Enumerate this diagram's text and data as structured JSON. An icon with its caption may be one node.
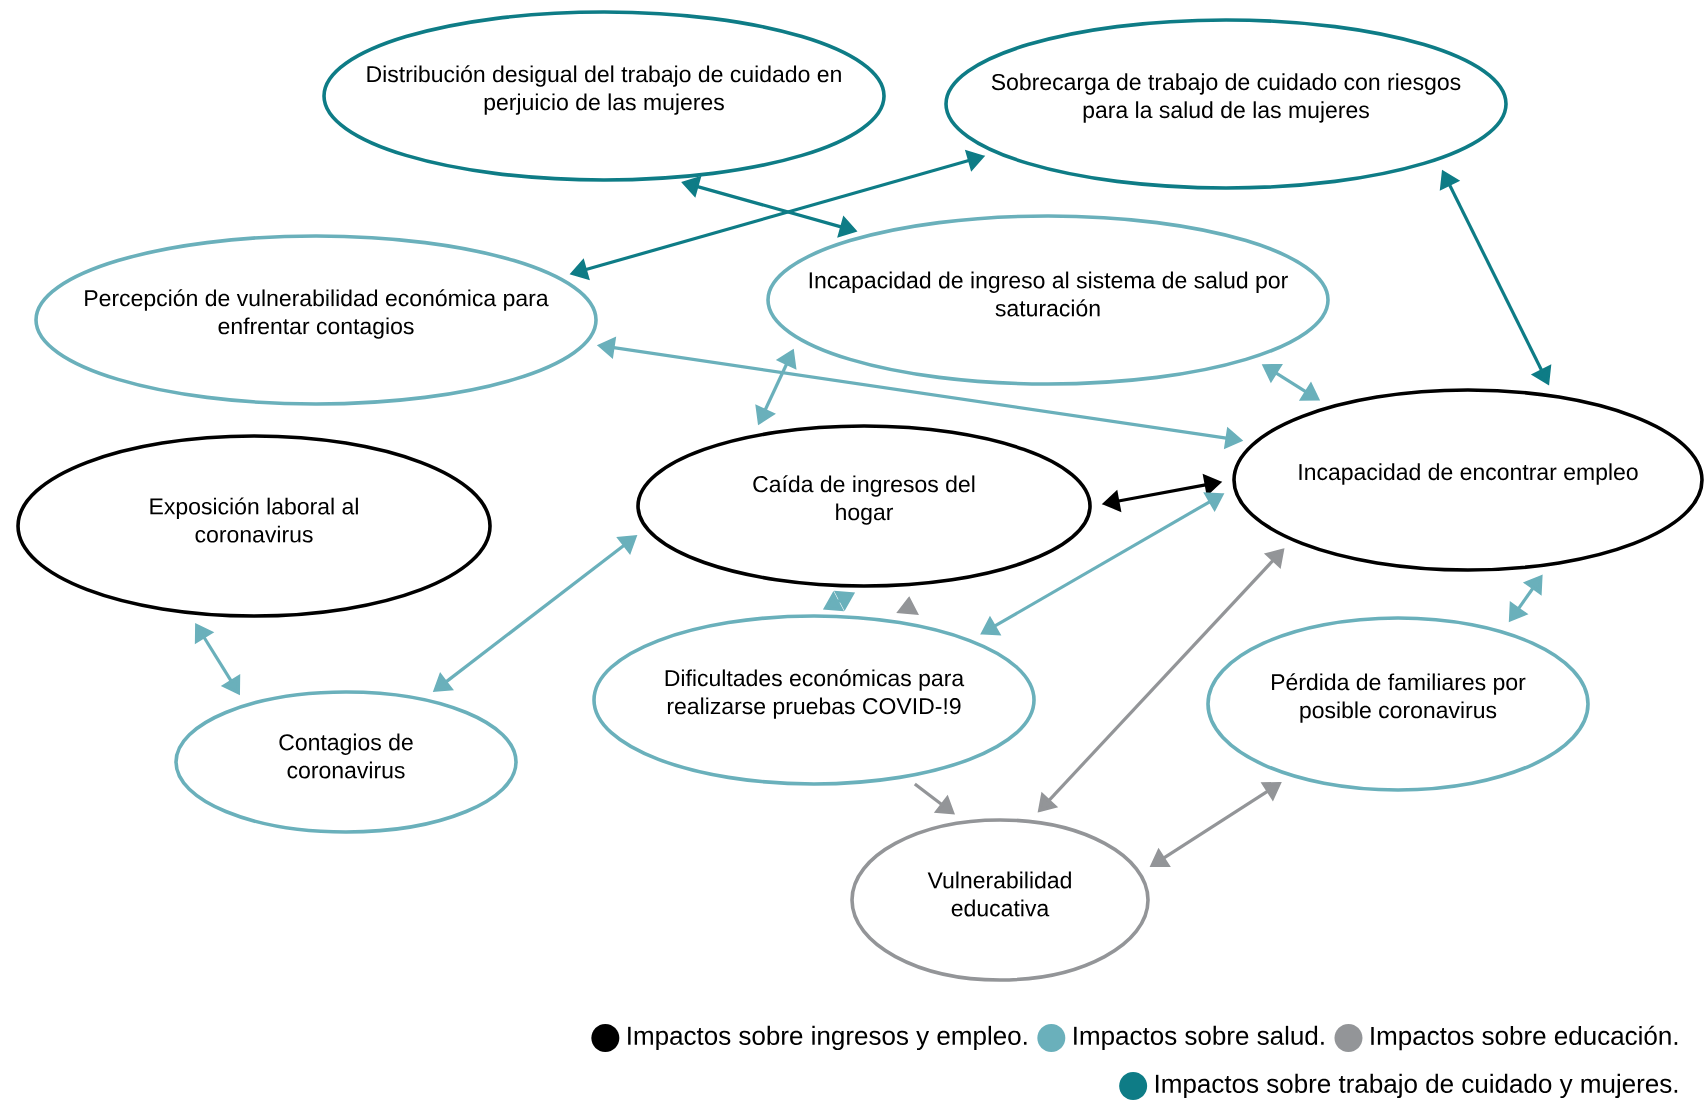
{
  "diagram": {
    "nodes": [
      {
        "text": [
          "Distribución desigual del trabajo de cuidado en perjuicio de las mujeres"
        ]
      },
      {
        "text": [
          "Sobrecarga de trabajo de cuidado con riesgos para la salud de las mujeres"
        ]
      },
      {
        "text": [
          "Percepción de vulnerabilidad económica para enfrentar contagios"
        ]
      },
      {
        "text": [
          "Incapacidad de ingreso al sistema de salud por saturación"
        ]
      },
      {
        "text": [
          "Exposición laboral al coronavirus"
        ]
      },
      {
        "text": [
          "Caída de ingresos del hogar"
        ]
      },
      {
        "text": [
          "Incapacidad de encontrar empleo"
        ]
      },
      {
        "text": [
          "Dificultades económicas para realizarse pruebas COVID-!9"
        ]
      },
      {
        "text": [
          "Contagios de coronavirus"
        ]
      },
      {
        "text": [
          "Pérdida de familiares por posible coronavirus"
        ]
      },
      {
        "text": [
          "Vulnerabilidad educativa"
        ]
      }
    ],
    "edges": [
      {
        "from": 2,
        "to": 1,
        "arrow": "both",
        "color": "#0e7c86"
      },
      {
        "from": 0,
        "to": 3,
        "arrow": "both",
        "color": "#0e7c86"
      },
      {
        "from": 1,
        "to": 6,
        "arrow": "both",
        "color": "#0e7c86"
      },
      {
        "from": 2,
        "to": 6,
        "arrow": "both"
      },
      {
        "from": 3,
        "to": 5,
        "arrow": "both"
      },
      {
        "from": 3,
        "to": 6,
        "arrow": "both"
      },
      {
        "from": 5,
        "to": 6,
        "arrow": "both",
        "color": "#000000"
      },
      {
        "from": 8,
        "to": 5,
        "arrow": "both"
      },
      {
        "from": 4,
        "to": 8,
        "arrow": "both"
      },
      {
        "from": 5,
        "to": 7,
        "arrow": "both"
      },
      {
        "from": 7,
        "to": 6,
        "arrow": "both"
      },
      {
        "from": 7,
        "to": 5,
        "arrow": "to",
        "color": "#939598"
      },
      {
        "from": 7,
        "to": 10,
        "arrow": "to",
        "color": "#939598"
      },
      {
        "from": 10,
        "to": 6,
        "arrow": "both",
        "color": "#939598"
      },
      {
        "from": 10,
        "to": 9,
        "arrow": "both",
        "color": "#939598"
      },
      {
        "from": 9,
        "to": 6,
        "arrow": "both"
      }
    ],
    "legend": [
      {
        "text": "Impactos sobre ingresos y empleo.",
        "color": "#000000"
      },
      {
        "text": "Impactos sobre salud.",
        "color": "#6ab0bb"
      },
      {
        "text": "Impactos sobre educación.",
        "color": "#939598"
      },
      {
        "text": "Impactos sobre trabajo de cuidado y mujeres.",
        "color": "#0e7c86"
      }
    ]
  }
}
